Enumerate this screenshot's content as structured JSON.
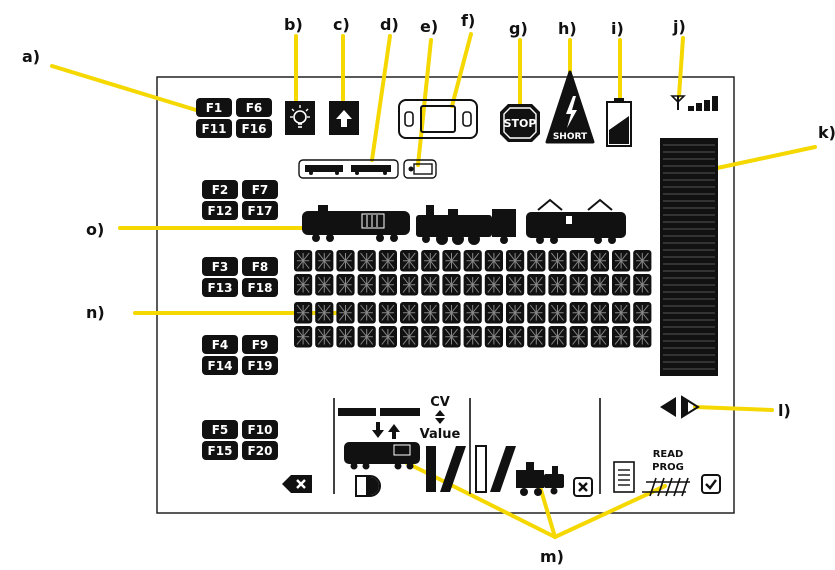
{
  "callouts": {
    "a": "a)",
    "b": "b)",
    "c": "c)",
    "d": "d)",
    "e": "e)",
    "f": "f)",
    "g": "g)",
    "h": "h)",
    "i": "i)",
    "j": "j)",
    "k": "k)",
    "l": "l)",
    "m": "m)",
    "n": "n)",
    "o": "o)"
  },
  "function_keys": [
    [
      "F1",
      "F6",
      "F11",
      "F16"
    ],
    [
      "F2",
      "F7",
      "F12",
      "F17"
    ],
    [
      "F3",
      "F8",
      "F13",
      "F18"
    ],
    [
      "F4",
      "F9",
      "F14",
      "F19"
    ],
    [
      "F5",
      "F10",
      "F15",
      "F20"
    ]
  ],
  "signs": {
    "stop": "STOP",
    "short": "SHORT"
  },
  "cv": {
    "cv_label": "CV",
    "value_label": "Value"
  },
  "prog": {
    "read_label": "READ",
    "prog_label": "PROG"
  },
  "colors": {
    "callout_line": "#f5d800",
    "ink": "#111111",
    "frame": "#222222"
  },
  "icons": [
    "light-bulb-icon",
    "direction-arrow-icon",
    "double-loco-icon",
    "decoder-small-icon",
    "decoder-icon",
    "stop-sign-icon",
    "short-warning-icon",
    "battery-icon",
    "signal-strength-icon",
    "speed-bar-icon",
    "direction-arrows-icon",
    "backspace-icon",
    "diesel-loco-icon",
    "steam-loco-icon",
    "electric-loco-icon",
    "segment-display-icon"
  ]
}
